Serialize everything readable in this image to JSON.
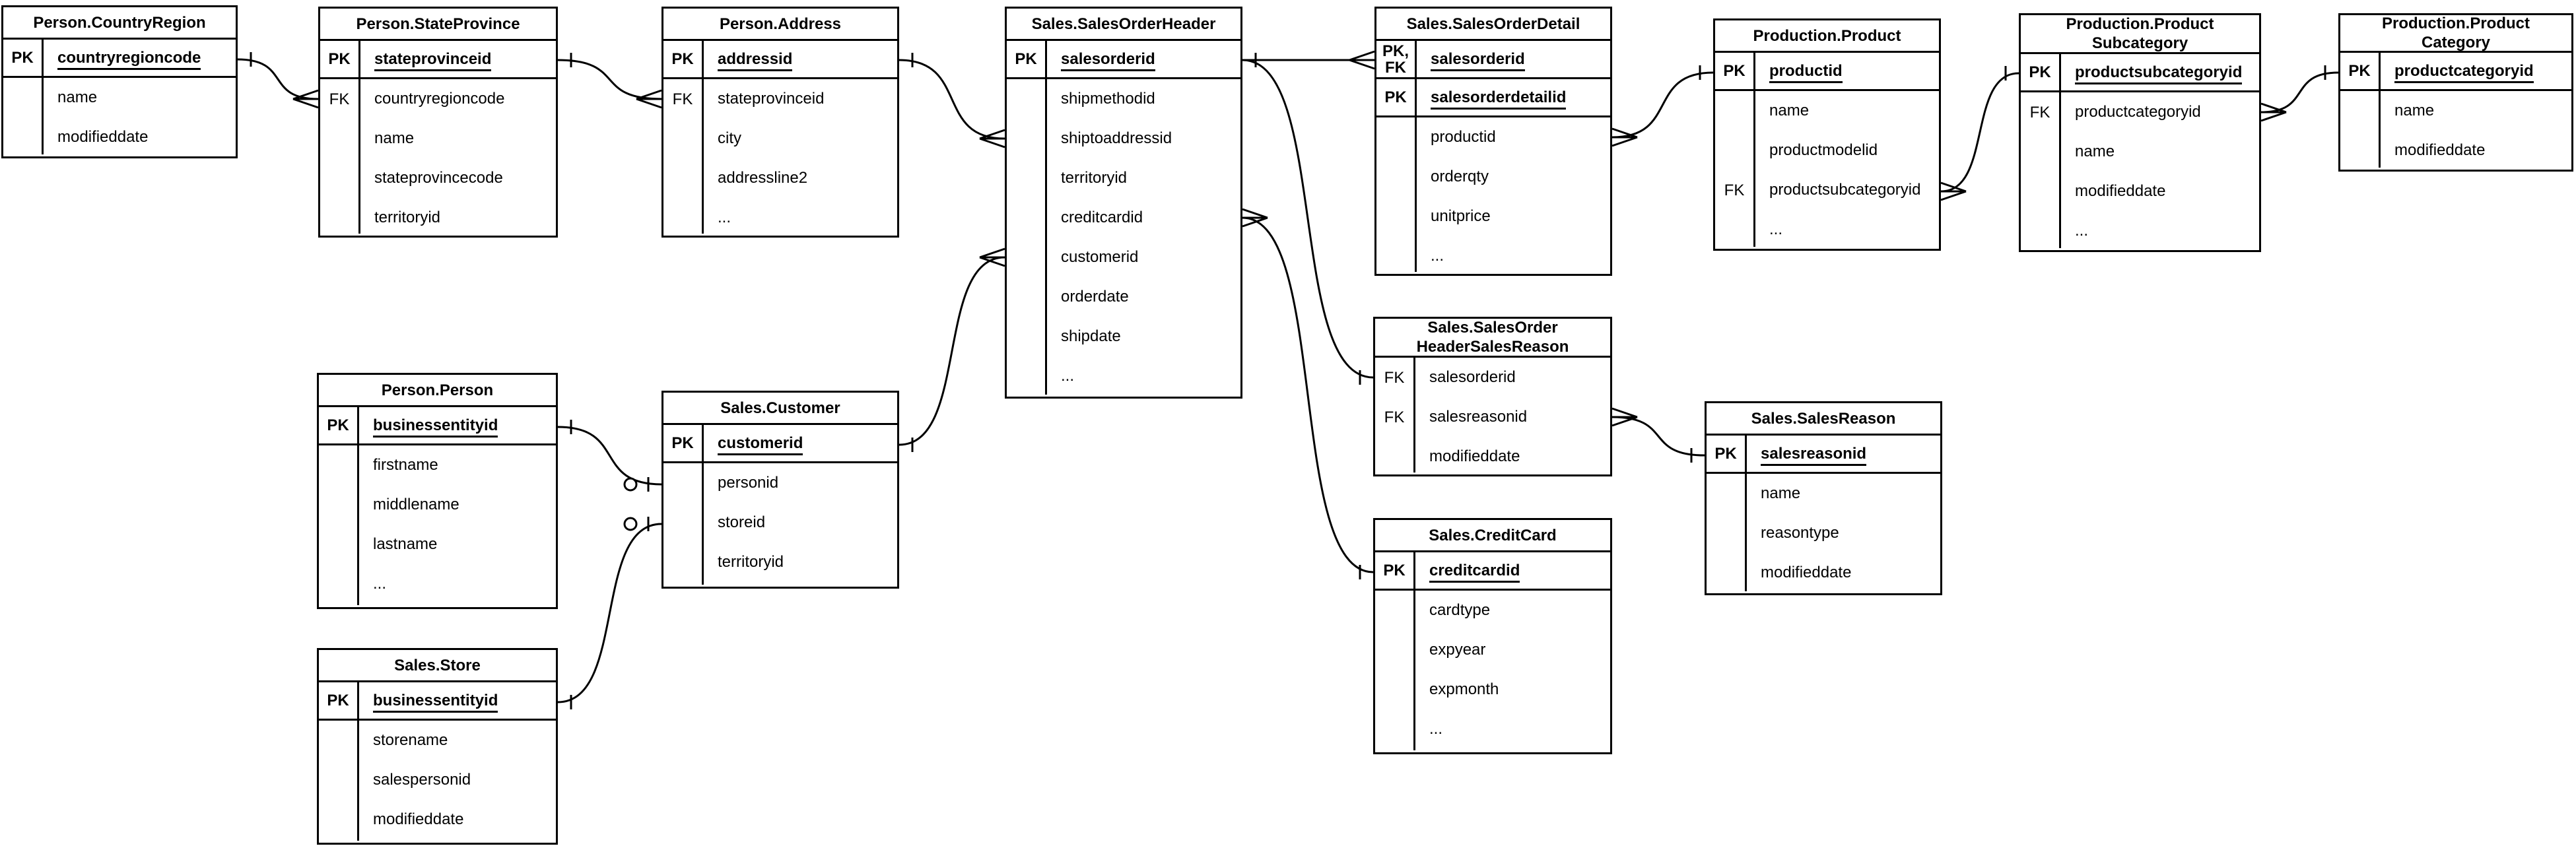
{
  "diagram": {
    "kind": "entity-relationship-diagram",
    "line_color": "#000000",
    "background_color": "#ffffff",
    "key_column_labels": {
      "primary": "PK",
      "foreign": "FK",
      "primary_foreign": "PK,\nFK"
    },
    "ellipsis": "..."
  },
  "tables": [
    {
      "id": "person_countryregion",
      "title": "Person.CountryRegion",
      "key_rows": [
        {
          "label": "PK",
          "name": "countryregioncode"
        }
      ],
      "attrs": [
        {
          "label": "",
          "name": "name"
        },
        {
          "label": "",
          "name": "modifieddate"
        }
      ]
    },
    {
      "id": "person_stateprovince",
      "title": "Person.StateProvince",
      "key_rows": [
        {
          "label": "PK",
          "name": "stateprovinceid"
        }
      ],
      "attrs": [
        {
          "label": "FK",
          "name": "countryregioncode"
        },
        {
          "label": "",
          "name": "name"
        },
        {
          "label": "",
          "name": "stateprovincecode"
        },
        {
          "label": "",
          "name": "territoryid"
        }
      ]
    },
    {
      "id": "person_address",
      "title": "Person.Address",
      "key_rows": [
        {
          "label": "PK",
          "name": "addressid"
        }
      ],
      "attrs": [
        {
          "label": "FK",
          "name": "stateprovinceid"
        },
        {
          "label": "",
          "name": "city"
        },
        {
          "label": "",
          "name": "addressline2"
        },
        {
          "label": "",
          "name": "..."
        }
      ]
    },
    {
      "id": "sales_salesorderheader",
      "title": "Sales.SalesOrderHeader",
      "key_rows": [
        {
          "label": "PK",
          "name": "salesorderid"
        }
      ],
      "attrs": [
        {
          "label": "",
          "name": "shipmethodid"
        },
        {
          "label": "",
          "name": "shiptoaddressid"
        },
        {
          "label": "",
          "name": "territoryid"
        },
        {
          "label": "",
          "name": "creditcardid"
        },
        {
          "label": "",
          "name": "customerid"
        },
        {
          "label": "",
          "name": "orderdate"
        },
        {
          "label": "",
          "name": "shipdate"
        },
        {
          "label": "",
          "name": "..."
        }
      ]
    },
    {
      "id": "sales_salesorderdetail",
      "title": "Sales.SalesOrderDetail",
      "key_rows": [
        {
          "label": "PK,\nFK",
          "name": "salesorderid"
        },
        {
          "label": "PK",
          "name": "salesorderdetailid"
        }
      ],
      "attrs": [
        {
          "label": "",
          "name": "productid"
        },
        {
          "label": "",
          "name": "orderqty"
        },
        {
          "label": "",
          "name": "unitprice"
        },
        {
          "label": "",
          "name": "..."
        }
      ]
    },
    {
      "id": "production_product",
      "title": "Production.Product",
      "key_rows": [
        {
          "label": "PK",
          "name": "productid"
        }
      ],
      "attrs": [
        {
          "label": "",
          "name": "name"
        },
        {
          "label": "",
          "name": "productmodelid"
        },
        {
          "label": "FK",
          "name": "productsubcategoryid"
        },
        {
          "label": "",
          "name": "..."
        }
      ]
    },
    {
      "id": "production_productsubcategory",
      "title": "Production.Product\nSubcategory",
      "key_rows": [
        {
          "label": "PK",
          "name": "productsubcategoryid"
        }
      ],
      "attrs": [
        {
          "label": "FK",
          "name": "productcategoryid"
        },
        {
          "label": "",
          "name": "name"
        },
        {
          "label": "",
          "name": "modifieddate"
        },
        {
          "label": "",
          "name": "..."
        }
      ]
    },
    {
      "id": "production_productcategory",
      "title": "Production.Product\nCategory",
      "key_rows": [
        {
          "label": "PK",
          "name": "productcategoryid"
        }
      ],
      "attrs": [
        {
          "label": "",
          "name": "name"
        },
        {
          "label": "",
          "name": "modifieddate"
        }
      ]
    },
    {
      "id": "person_person",
      "title": "Person.Person",
      "key_rows": [
        {
          "label": "PK",
          "name": "businessentityid"
        }
      ],
      "attrs": [
        {
          "label": "",
          "name": "firstname"
        },
        {
          "label": "",
          "name": "middlename"
        },
        {
          "label": "",
          "name": "lastname"
        },
        {
          "label": "",
          "name": "..."
        }
      ]
    },
    {
      "id": "sales_customer",
      "title": "Sales.Customer",
      "key_rows": [
        {
          "label": "PK",
          "name": "customerid"
        }
      ],
      "attrs": [
        {
          "label": "",
          "name": "personid"
        },
        {
          "label": "",
          "name": "storeid"
        },
        {
          "label": "",
          "name": "territoryid"
        }
      ]
    },
    {
      "id": "sales_store",
      "title": "Sales.Store",
      "key_rows": [
        {
          "label": "PK",
          "name": "businessentityid"
        }
      ],
      "attrs": [
        {
          "label": "",
          "name": "storename"
        },
        {
          "label": "",
          "name": "salespersonid"
        },
        {
          "label": "",
          "name": "modifieddate"
        }
      ]
    },
    {
      "id": "sales_salesorderheadersalesreason",
      "title": "Sales.SalesOrder\nHeaderSalesReason",
      "key_rows": [],
      "attrs": [
        {
          "label": "FK",
          "name": "salesorderid"
        },
        {
          "label": "FK",
          "name": "salesreasonid"
        },
        {
          "label": "",
          "name": "modifieddate"
        }
      ]
    },
    {
      "id": "sales_salesreason",
      "title": "Sales.SalesReason",
      "key_rows": [
        {
          "label": "PK",
          "name": "salesreasonid"
        }
      ],
      "attrs": [
        {
          "label": "",
          "name": "name"
        },
        {
          "label": "",
          "name": "reasontype"
        },
        {
          "label": "",
          "name": "modifieddate"
        }
      ]
    },
    {
      "id": "sales_creditcard",
      "title": "Sales.CreditCard",
      "key_rows": [
        {
          "label": "PK",
          "name": "creditcardid"
        }
      ],
      "attrs": [
        {
          "label": "",
          "name": "cardtype"
        },
        {
          "label": "",
          "name": "expyear"
        },
        {
          "label": "",
          "name": "expmonth"
        },
        {
          "label": "",
          "name": "..."
        }
      ]
    }
  ],
  "relationships": [
    {
      "from": "Person.CountryRegion.countryregioncode",
      "to": "Person.StateProvince.countryregioncode",
      "from_card": "one",
      "to_card": "many"
    },
    {
      "from": "Person.StateProvince.stateprovinceid",
      "to": "Person.Address.stateprovinceid",
      "from_card": "one",
      "to_card": "many"
    },
    {
      "from": "Person.Address.addressid",
      "to": "Sales.SalesOrderHeader.shiptoaddressid",
      "from_card": "one",
      "to_card": "many"
    },
    {
      "from": "Sales.Customer.customerid",
      "to": "Sales.SalesOrderHeader.customerid",
      "from_card": "one",
      "to_card": "many"
    },
    {
      "from": "Person.Person.businessentityid",
      "to": "Sales.Customer.personid",
      "from_card": "one",
      "to_card": "zero-or-one"
    },
    {
      "from": "Sales.Store.businessentityid",
      "to": "Sales.Customer.storeid",
      "from_card": "one",
      "to_card": "zero-or-one"
    },
    {
      "from": "Sales.SalesOrderHeader.salesorderid",
      "to": "Sales.SalesOrderDetail.salesorderid",
      "from_card": "one",
      "to_card": "many"
    },
    {
      "from": "Sales.SalesOrderHeader.salesorderid",
      "to": "Sales.SalesOrderHeaderSalesReason.salesorderid",
      "from_card": "one",
      "to_card": "one"
    },
    {
      "from": "Sales.CreditCard.creditcardid",
      "to": "Sales.SalesOrderHeader.creditcardid",
      "from_card": "one",
      "to_card": "many"
    },
    {
      "from": "Production.Product.productid",
      "to": "Sales.SalesOrderDetail.productid",
      "from_card": "one",
      "to_card": "many"
    },
    {
      "from": "Production.ProductSubcategory.productsubcategoryid",
      "to": "Production.Product.productsubcategoryid",
      "from_card": "one",
      "to_card": "many"
    },
    {
      "from": "Production.ProductCategory.productcategoryid",
      "to": "Production.ProductSubcategory.productcategoryid",
      "from_card": "one",
      "to_card": "many"
    },
    {
      "from": "Sales.SalesReason.salesreasonid",
      "to": "Sales.SalesOrderHeaderSalesReason.salesreasonid",
      "from_card": "one",
      "to_card": "many"
    }
  ]
}
